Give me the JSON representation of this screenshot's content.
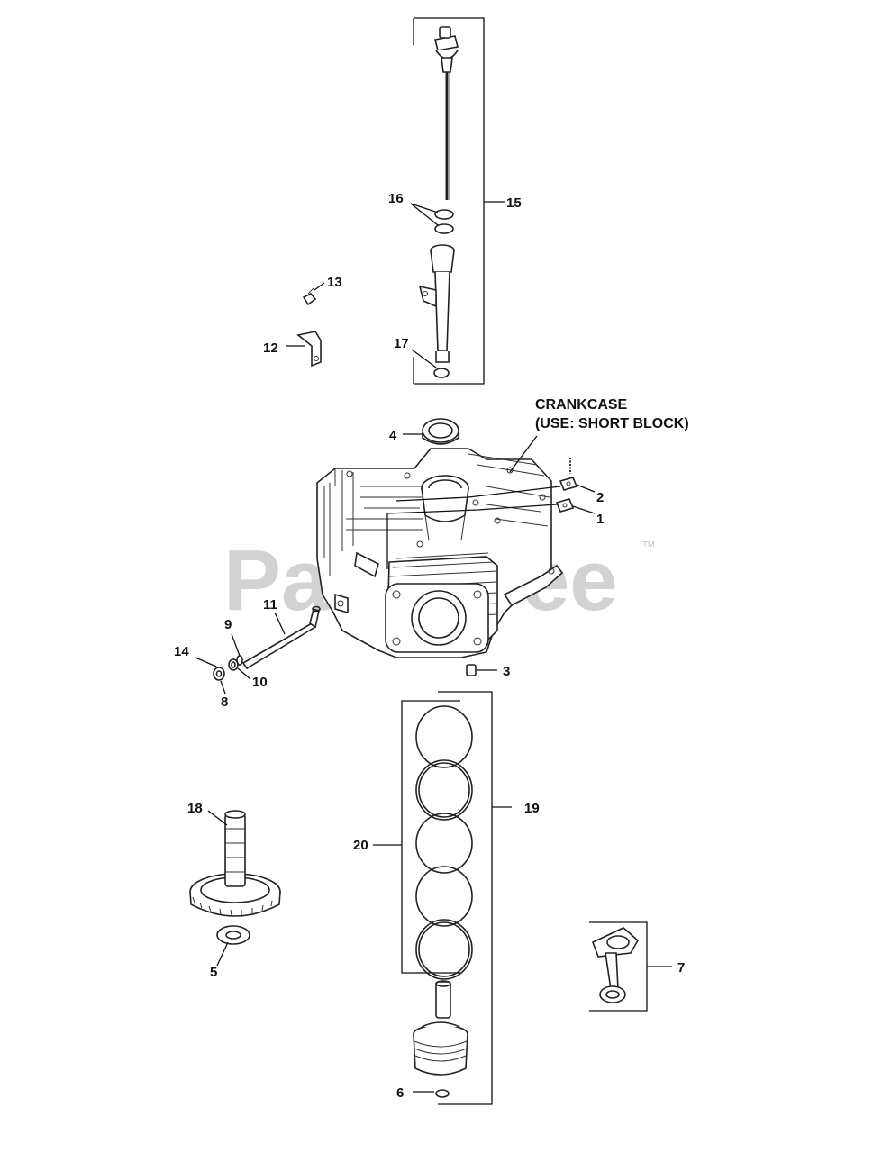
{
  "watermark": {
    "text": "PartsTree",
    "tm": "™",
    "color": "#cfcfcf"
  },
  "heading": {
    "line1": "CRANKCASE",
    "line2": "(USE: SHORT BLOCK)"
  },
  "callouts": {
    "n1": "1",
    "n2": "2",
    "n3": "3",
    "n4": "4",
    "n5": "5",
    "n6": "6",
    "n7": "7",
    "n8": "8",
    "n9": "9",
    "n10": "10",
    "n11": "11",
    "n12": "12",
    "n13": "13",
    "n14": "14",
    "n15": "15",
    "n16": "16",
    "n17": "17",
    "n18": "18",
    "n19": "19",
    "n20": "20"
  }
}
